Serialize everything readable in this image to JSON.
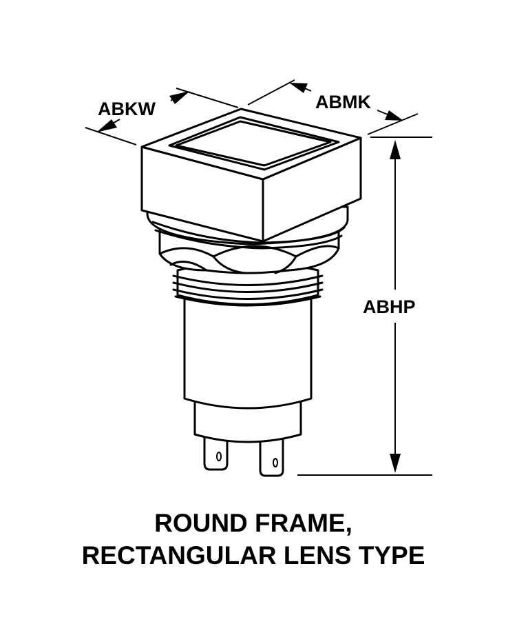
{
  "dimensions": {
    "width_label": "ABKW",
    "depth_label": "ABMK",
    "height_label": "ABHP"
  },
  "caption": {
    "line1": "ROUND FRAME,",
    "line2": "RECTANGULAR LENS TYPE"
  }
}
